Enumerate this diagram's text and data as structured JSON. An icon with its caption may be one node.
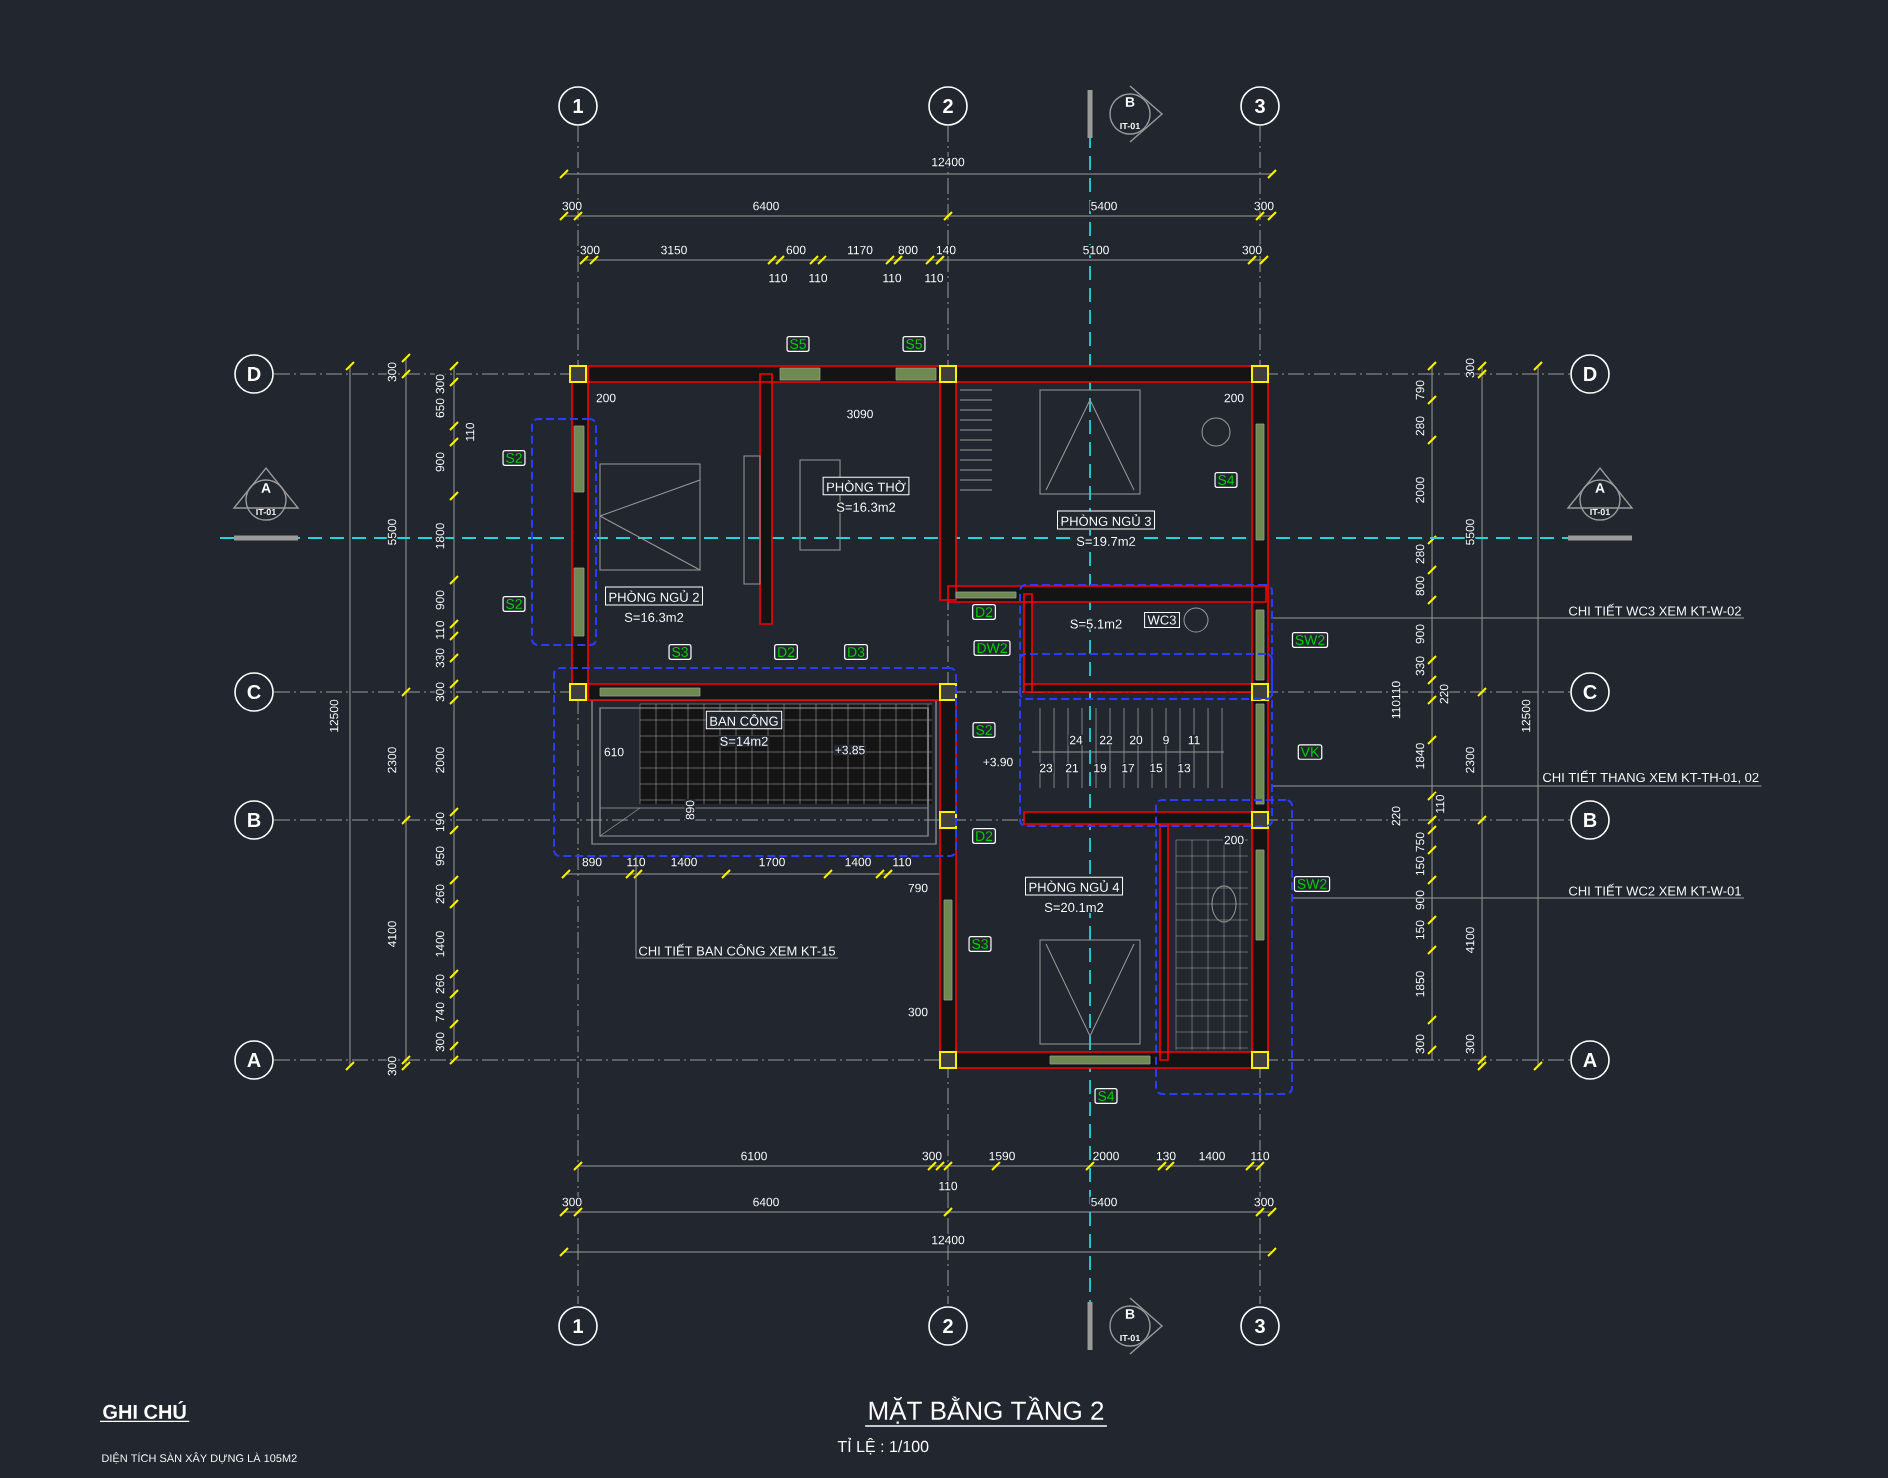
{
  "diagram": {
    "title": "MẶT BẰNG TẦNG 2",
    "nodes": [
      {
        "text": [
          "PHÒNG THỜ",
          "S=16.3m2"
        ]
      },
      {
        "text": [],
        "shape": "box"
      },
      {
        "text": [
          "PHÒNG NGỦ 2",
          "S=16.3m2"
        ]
      },
      {
        "text": [
          "PHÒNG NGỦ 3",
          "S=19.7m2"
        ]
      },
      {
        "text": [],
        "shape": "box"
      },
      {
        "text": [
          "WC3"
        ],
        "in": 4
      },
      {
        "text": [],
        "shape": "box"
      },
      {
        "text": [],
        "shape": "box"
      },
      {
        "text": [
          "BAN CÔNG",
          "S=14m2"
        ],
        "in": 7
      },
      {
        "text": [
          "PHÒNG NGỦ 4",
          "S=20.1m2"
        ]
      },
      {
        "text": [],
        "shape": "box"
      },
      {
        "text": [
          "CHI TIẾT WC3 XEM KT-W-02"
        ]
      },
      {
        "text": [
          "CHI TIẾT THANG XEM KT-TH-01, 02"
        ]
      },
      {
        "text": [
          "CHI TIẾT WC2 XEM KT-W-01"
        ]
      },
      {
        "text": [
          "CHI TIẾT BAN CÔNG XEM KT-15"
        ]
      }
    ],
    "edges": [
      {
        "from": 11,
        "to": 4,
        "arrow": "none"
      },
      {
        "from": 12,
        "to": 6,
        "arrow": "none"
      },
      {
        "from": 13,
        "to": 10,
        "arrow": "none"
      },
      {
        "from": 14,
        "to": 7,
        "arrow": "none"
      }
    ],
    "labels": [
      "1",
      "2",
      "B",
      "IT-01",
      "3",
      "12400",
      "300",
      "6400",
      "5400",
      "300",
      "300",
      "3150",
      "600",
      "1170",
      "800",
      "140",
      "5100",
      "300",
      "110",
      "110",
      "110",
      "110",
      "S5",
      "S5",
      "D",
      "D",
      "200",
      "3090",
      "200",
      "A",
      "IT-01",
      "A",
      "IT-01",
      "S2",
      "S4",
      "S2",
      "S3",
      "D2",
      "D3",
      "D2",
      "DW2",
      "SW2",
      "C",
      "C",
      "S2",
      "VK",
      "+3.90",
      "610",
      "890",
      "24",
      "22",
      "20",
      "9",
      "11",
      "23",
      "21",
      "19",
      "17",
      "15",
      "13",
      "B",
      "B",
      "D2",
      "200",
      "890",
      "110",
      "1400",
      "1700",
      "1400",
      "110",
      "790",
      "SW2",
      "S3",
      "300",
      "A",
      "A",
      "S4",
      "6100",
      "300",
      "1590",
      "2000",
      "130",
      "1400",
      "110",
      "110",
      "300",
      "6400",
      "5400",
      "300",
      "12400",
      "1",
      "2",
      "B",
      "IT-01",
      "3",
      "12500",
      "300",
      "5500",
      "2300",
      "4100",
      "300",
      "300",
      "650",
      "110",
      "900",
      "1800",
      "900",
      "110",
      "330",
      "300",
      "2000",
      "190",
      "950",
      "260",
      "1400",
      "260",
      "740",
      "300",
      "300",
      "5500",
      "2300",
      "4100",
      "300",
      "12500",
      "790",
      "280",
      "2000",
      "280",
      "800",
      "900",
      "330",
      "110110",
      "220",
      "1840",
      "220",
      "110",
      "750",
      "150",
      "900",
      "150",
      "1850",
      "300",
      "GHI CHÚ",
      "DIỆN TÍCH SÀN XÂY DỰNG LÀ 105M2",
      "TỈ LỆ : 1/100",
      "+3.85",
      "S=5.1m2"
    ]
  }
}
